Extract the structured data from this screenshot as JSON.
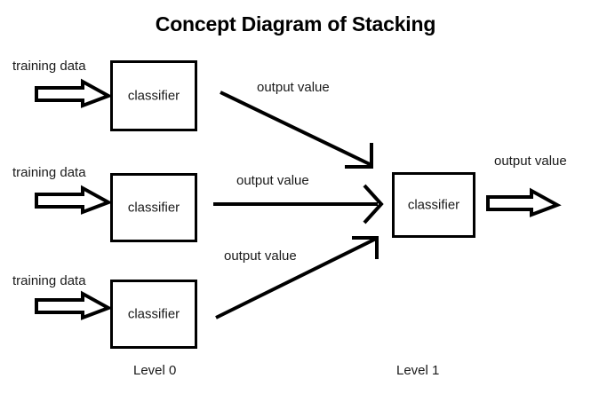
{
  "title": "Concept Diagram of Stacking",
  "level0": {
    "name": "Level 0",
    "rows": [
      {
        "input_label": "training data",
        "box_label": "classifier",
        "output_label": "output value"
      },
      {
        "input_label": "training data",
        "box_label": "classifier",
        "output_label": "output value"
      },
      {
        "input_label": "training data",
        "box_label": "classifier",
        "output_label": "output value"
      }
    ]
  },
  "level1": {
    "name": "Level 1",
    "box_label": "classifier",
    "output_label": "output value"
  },
  "colors": {
    "stroke": "#000000",
    "text": "#1a1a1a",
    "background": "#ffffff"
  },
  "icons": {
    "input_arrow": "block-arrow-right-icon",
    "output_arrow": "block-arrow-right-icon",
    "connector_top": "line-arrow-down-right-icon",
    "connector_middle": "line-arrow-right-icon",
    "connector_bottom": "line-arrow-up-right-icon"
  }
}
